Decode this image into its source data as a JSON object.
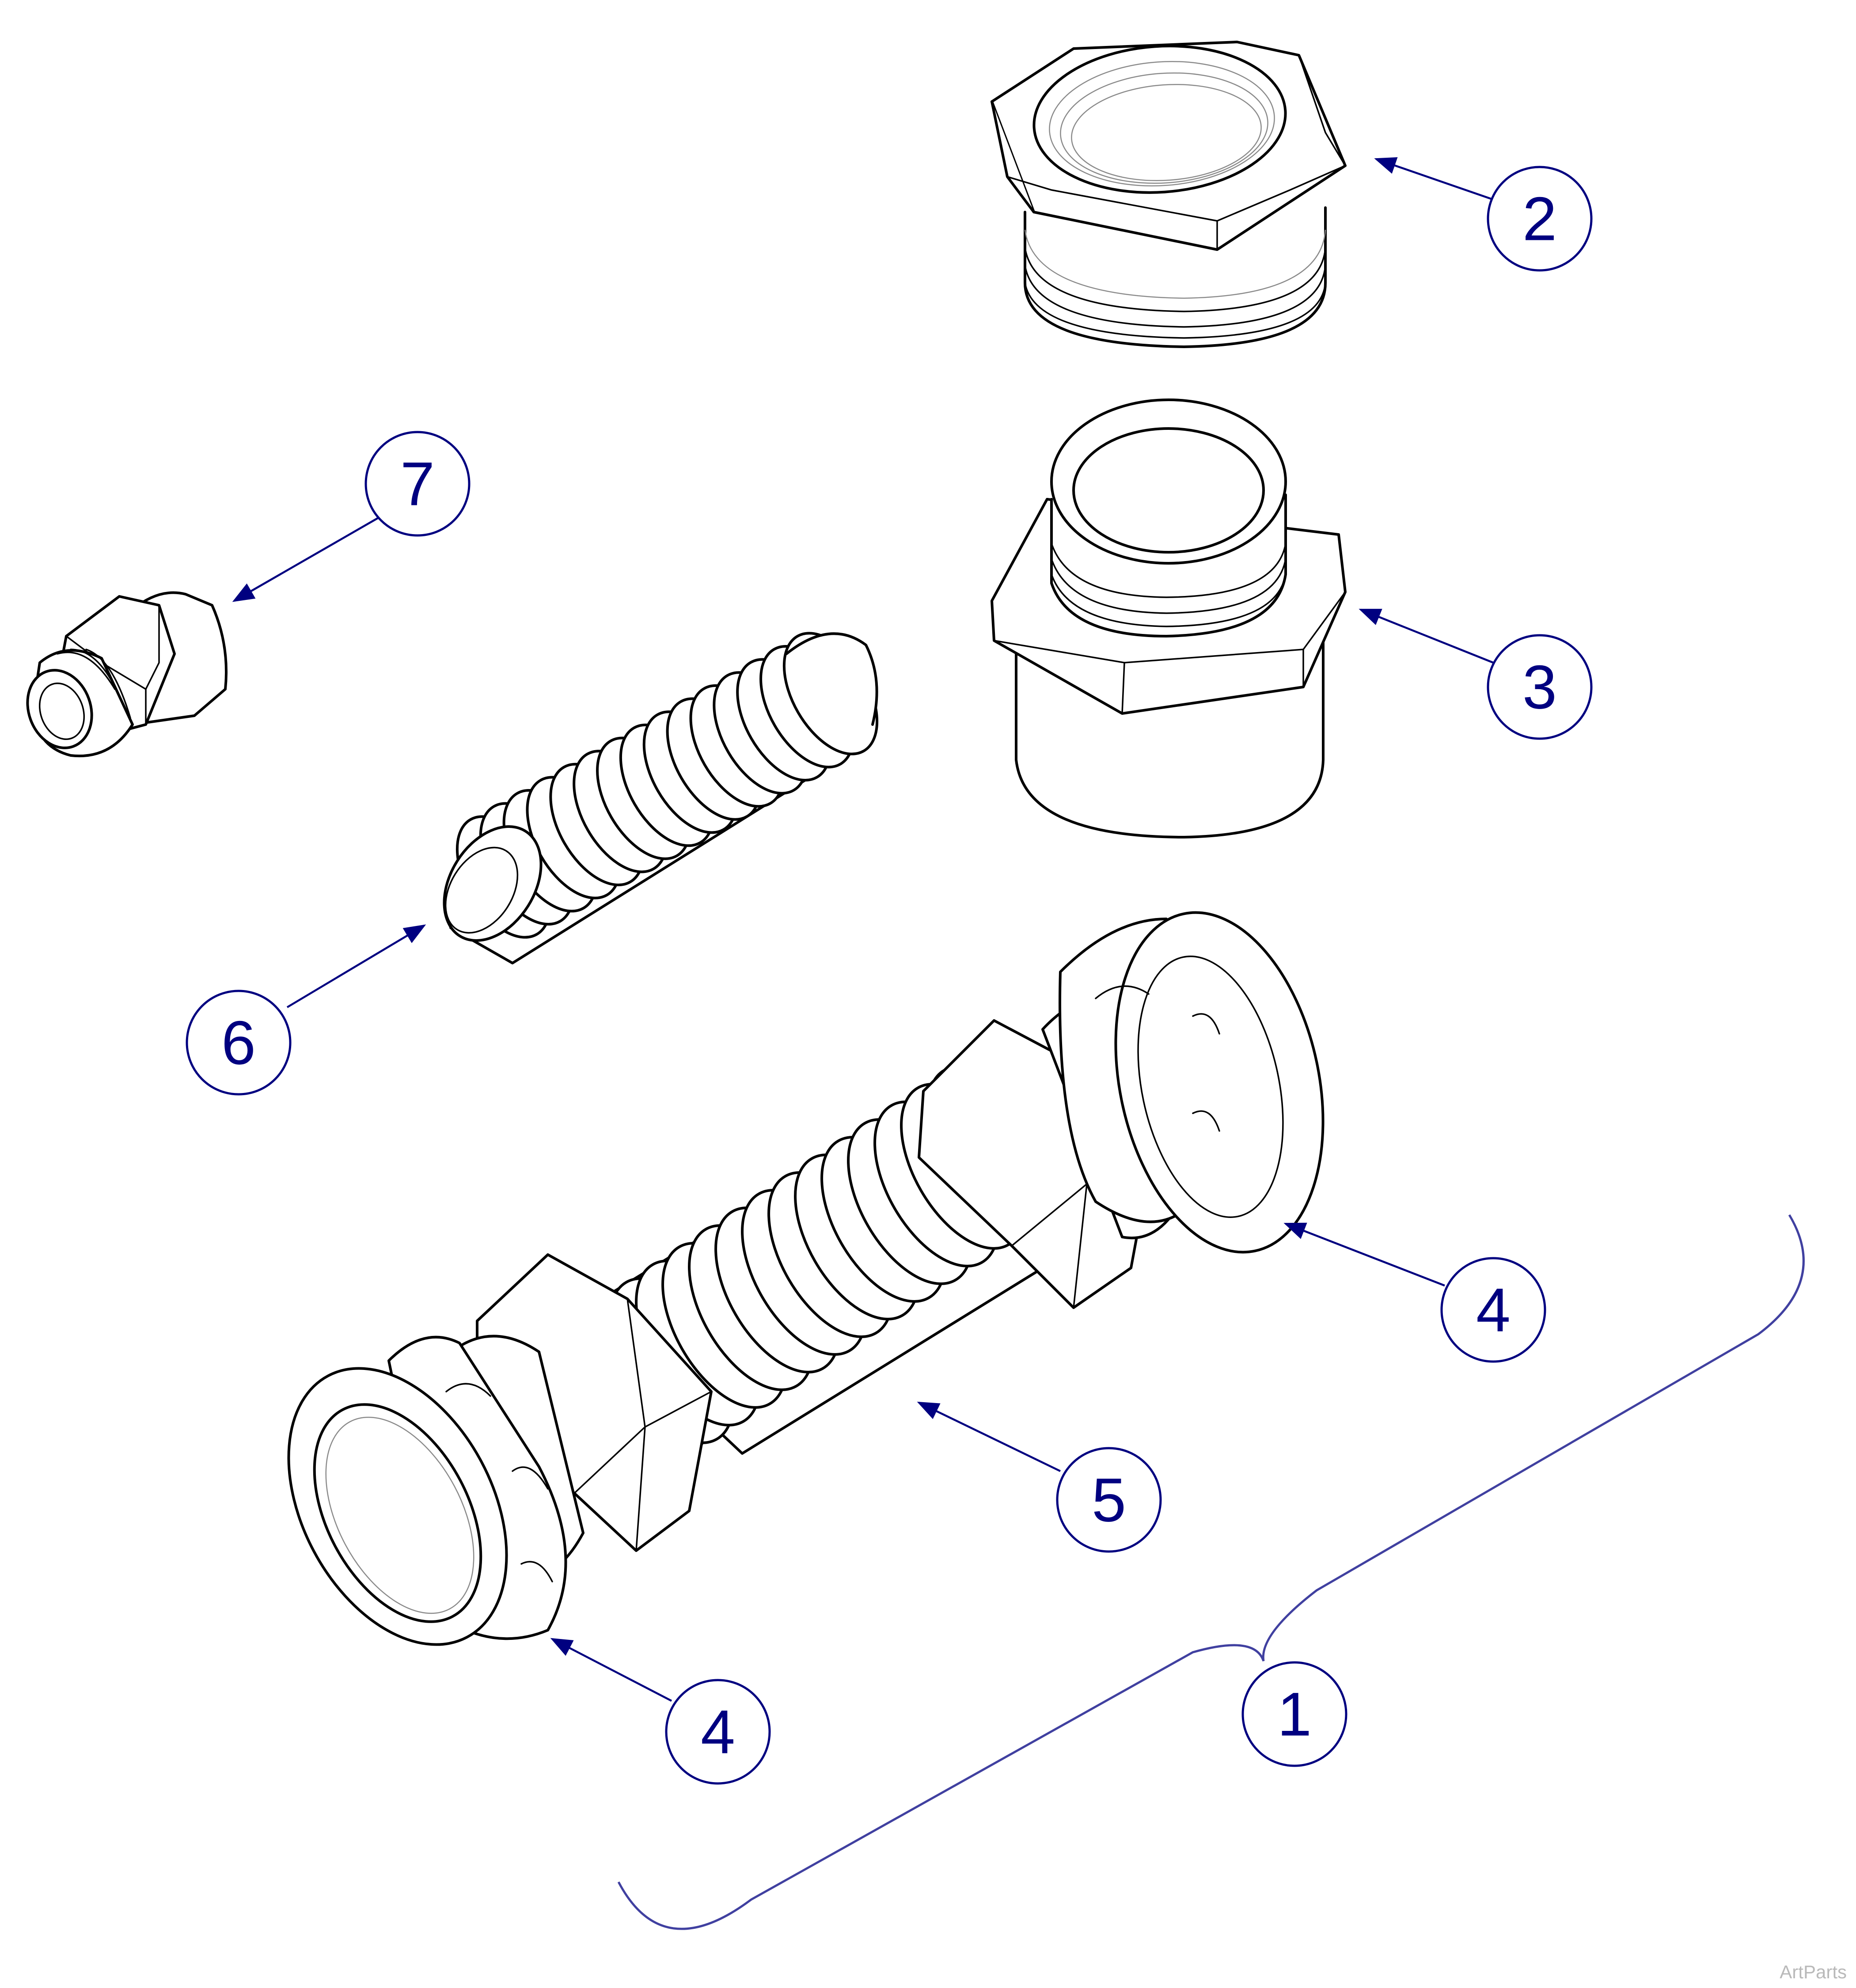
{
  "colors": {
    "accent": "#000080",
    "brace": "#4040a0",
    "line": "#000000",
    "watermark": "#b9b9b9"
  },
  "callouts": [
    {
      "id": "1",
      "label": "1"
    },
    {
      "id": "2",
      "label": "2"
    },
    {
      "id": "3",
      "label": "3"
    },
    {
      "id": "4a",
      "label": "4"
    },
    {
      "id": "4b",
      "label": "4"
    },
    {
      "id": "5",
      "label": "5"
    },
    {
      "id": "6",
      "label": "6"
    },
    {
      "id": "7",
      "label": "7"
    }
  ],
  "watermark": "ArtParts"
}
